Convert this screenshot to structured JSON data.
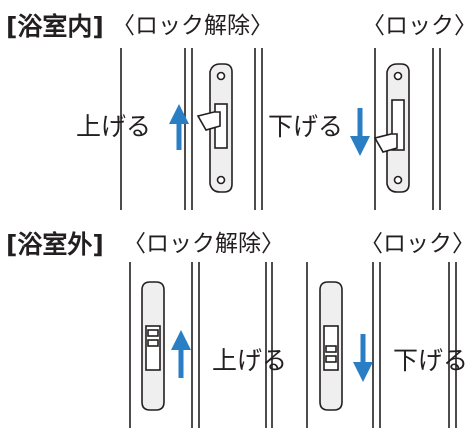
{
  "sections": {
    "inside": {
      "title": "[浴室内]",
      "unlock_label": "〈ロック解除〉",
      "lock_label": "〈ロック〉",
      "raise_label": "上げる",
      "lower_label": "下げる"
    },
    "outside": {
      "title": "[浴室外]",
      "unlock_label": "〈ロック解除〉",
      "lock_label": "〈ロック〉",
      "raise_label": "上げる",
      "lower_label": "下げる"
    }
  },
  "colors": {
    "ink": "#231f20",
    "arrow": "#2a7fc4",
    "handle_fill": "#efefef"
  },
  "icons": {
    "up": "up-arrow-icon",
    "down": "down-arrow-icon"
  }
}
